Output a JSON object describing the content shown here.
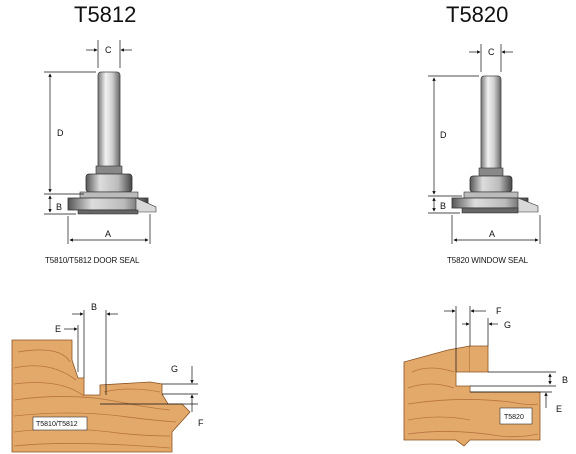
{
  "titles": {
    "left": "T5812",
    "right": "T5820"
  },
  "captions": {
    "left": "T5810/T5812 DOOR SEAL",
    "right": "T5820 WINDOW SEAL"
  },
  "dimension_labels": {
    "left_bit": {
      "c": "C",
      "d": "D",
      "b": "B",
      "a": "A"
    },
    "right_bit": {
      "c": "C",
      "d": "D",
      "b": "B",
      "a": "A"
    },
    "left_profile": {
      "b": "B",
      "e": "E",
      "g": "G",
      "f": "F",
      "tag": "T5810/T5812"
    },
    "right_profile": {
      "f": "F",
      "g": "G",
      "b": "B",
      "e": "E",
      "tag": "T5820"
    }
  },
  "colors": {
    "wood": "#e3a96a",
    "wood_grain": "#b8753d",
    "steel_light": "#e8e8e8",
    "steel_mid": "#a9a9a9",
    "steel_dark": "#555555"
  }
}
